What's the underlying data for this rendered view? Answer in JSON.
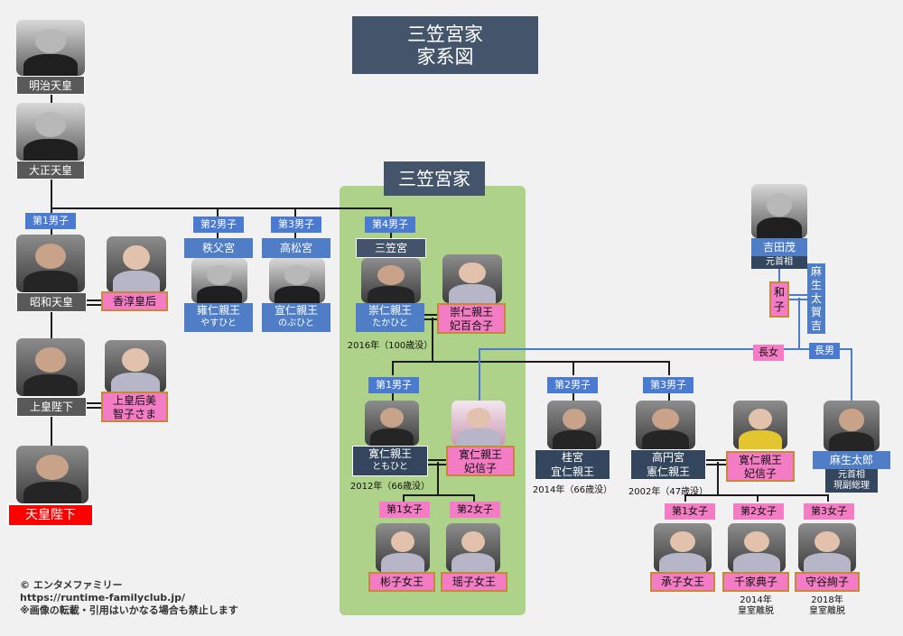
{
  "title": {
    "line1": "三笠宮家",
    "line2": "家系図"
  },
  "section_title": "三笠宮家",
  "people": {
    "meiji": "明治天皇",
    "taisho": "大正天皇",
    "showa": "昭和天皇",
    "kojun": "香淳皇后",
    "joko": "上皇陛下",
    "jokogo_1": "上皇后美",
    "jokogo_2": "智子さま",
    "tenno": "天皇陛下",
    "chichibu_house": "秩父宮",
    "chichibu_1": "雍仁親王",
    "chichibu_2": "やすひと",
    "takamatsu_house": "高松宮",
    "takamatsu_1": "宣仁親王",
    "takamatsu_2": "のぶひと",
    "mikasa_house": "三笠宮",
    "takahito_1": "崇仁親王",
    "takahito_2": "たかひと",
    "takahito_death": "2016年（100歳没）",
    "yuriko_1": "崇仁親王",
    "yuriko_2": "妃百合子",
    "tomohito_1": "寛仁親王",
    "tomohito_2": "ともひと",
    "tomohito_death": "2012年（66歳没）",
    "nobuko_a_1": "寛仁親王",
    "nobuko_a_2": "妃信子",
    "katsura_1": "桂宮",
    "katsura_2": "宜仁親王",
    "katsura_death": "2014年（66歳没）",
    "takamado_1": "高円宮",
    "takamado_2": "憲仁親王",
    "takamado_death": "2002年（47歳没）",
    "hisako_1": "寛仁親王",
    "hisako_2": "妃信子",
    "akiko": "彬子女王",
    "yoko": "瑶子女王",
    "tsuguko": "承子女王",
    "noriko": "千家典子",
    "noriko_note_1": "2014年",
    "noriko_note_2": "皇室離脱",
    "ayako": "守谷絢子",
    "ayako_note_1": "2018年",
    "ayako_note_2": "皇室離脱",
    "yoshida": "吉田茂",
    "yoshida_role": "元首相",
    "kazuko_1": "和",
    "kazuko_2": "子",
    "aso_takakichi": [
      "麻",
      "生",
      "太",
      "賀",
      "吉"
    ],
    "aso_taro": "麻生太郎",
    "aso_role_1": "元首相",
    "aso_role_2": "現副総理"
  },
  "tags": {
    "son1": "第1男子",
    "son2": "第2男子",
    "son3": "第3男子",
    "son4": "第4男子",
    "m_son1": "第1男子",
    "m_son2": "第2男子",
    "m_son3": "第3男子",
    "t_dau1": "第1女子",
    "t_dau2": "第2女子",
    "k_dau1": "第1女子",
    "k_dau2": "第2女子",
    "k_dau3": "第3女子",
    "eldest_daughter": "長女",
    "eldest_son": "長男"
  },
  "credit": {
    "line1": "© エンタメファミリー",
    "line2": "https://runtime-familyclub.jp/",
    "line3": "※画像の転載・引用はいかなる場合も禁止します"
  },
  "colors": {
    "background": "#f1f1f1",
    "title_bg": "#44546a",
    "green_area": "#aed28a",
    "blue_tag": "#4a7bd0",
    "pink": "#f47cc4",
    "red": "#ff0000",
    "gray_label": "#595959",
    "navy_label": "#34465e"
  }
}
